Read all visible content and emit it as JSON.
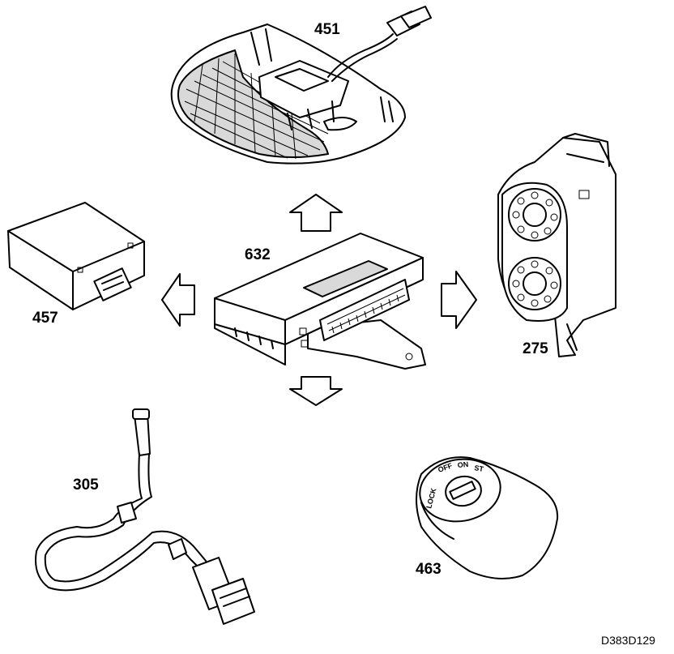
{
  "parts": {
    "p451": "451",
    "p632": "632",
    "p457": "457",
    "p275": "275",
    "p305": "305",
    "p463": "463"
  },
  "ignition_marks": {
    "lock": "LOCK",
    "off": "OFF",
    "on": "ON",
    "st": "ST"
  },
  "reference": "D383D129"
}
